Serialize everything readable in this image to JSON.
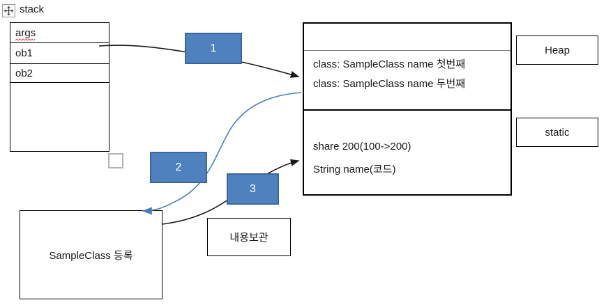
{
  "diagram": {
    "title": "stack",
    "move_handle_icon": "move-four-arrows-icon"
  },
  "stack": {
    "label": "stack",
    "rows": [
      {
        "label": "args",
        "misspelled": true
      },
      {
        "label": "ob1",
        "misspelled": false
      },
      {
        "label": "ob2",
        "misspelled": false
      }
    ]
  },
  "memory": {
    "heap": {
      "label": "Heap",
      "lines": [
        "class: SampleClass name 첫번째",
        "class: SampleClass name 두번째"
      ]
    },
    "static": {
      "label": "static",
      "lines": [
        "share 200(100->200)",
        "String name(코드)"
      ]
    }
  },
  "boxes": {
    "register": "SampleClass 등록",
    "memo": "내용보관"
  },
  "badges": [
    {
      "number": "1"
    },
    {
      "number": "2"
    },
    {
      "number": "3"
    }
  ],
  "colors": {
    "badge_fill": "#4e81bd",
    "badge_border": "#39669f",
    "blue_arrow": "#4a7ebb",
    "black_arrow": "#1a1a1a",
    "squiggle": "#e03131",
    "gray_line": "#808080"
  }
}
